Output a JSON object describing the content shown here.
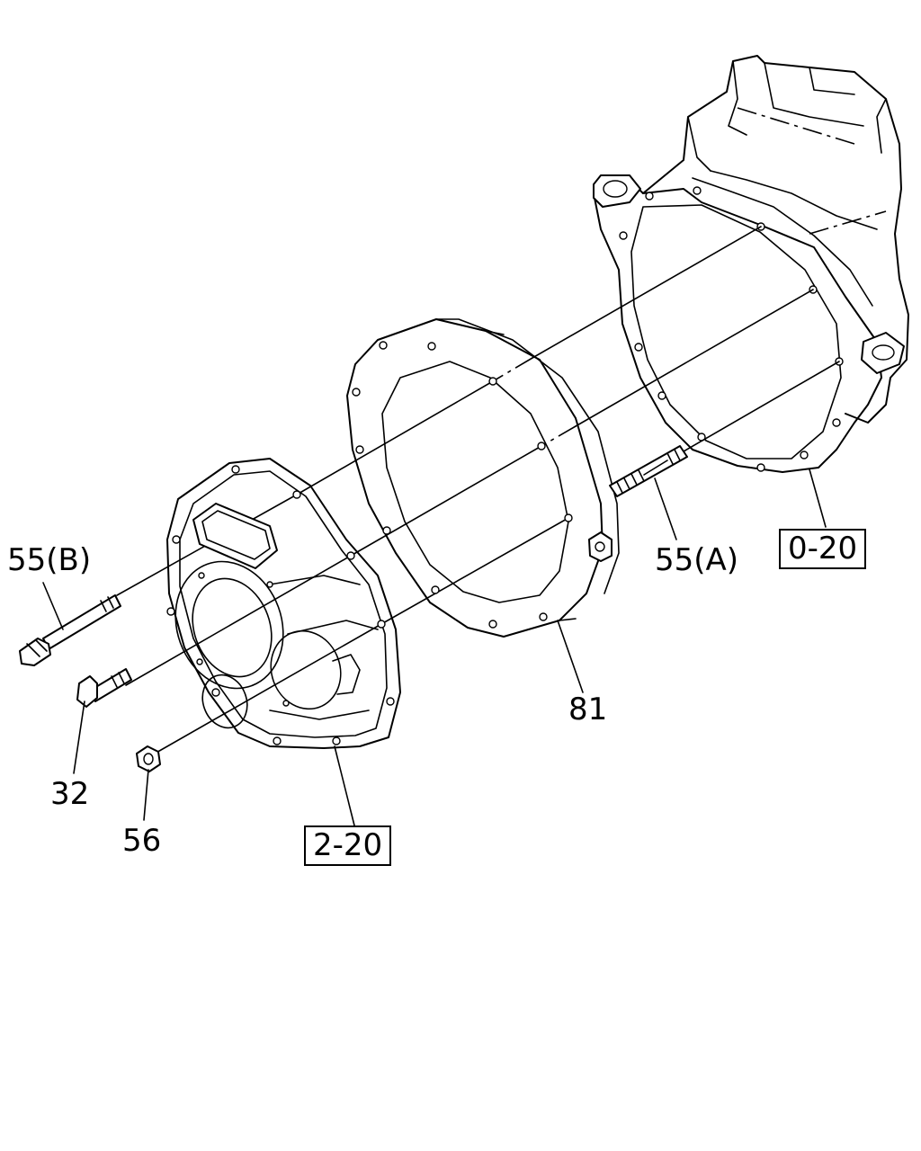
{
  "diagram": {
    "labels": {
      "bolt_b": "55(B)",
      "bolt_a": "55(A)",
      "bolt": "32",
      "nut": "56",
      "spacer": "81",
      "ref_left": "2-20",
      "ref_right": "0-20"
    }
  }
}
